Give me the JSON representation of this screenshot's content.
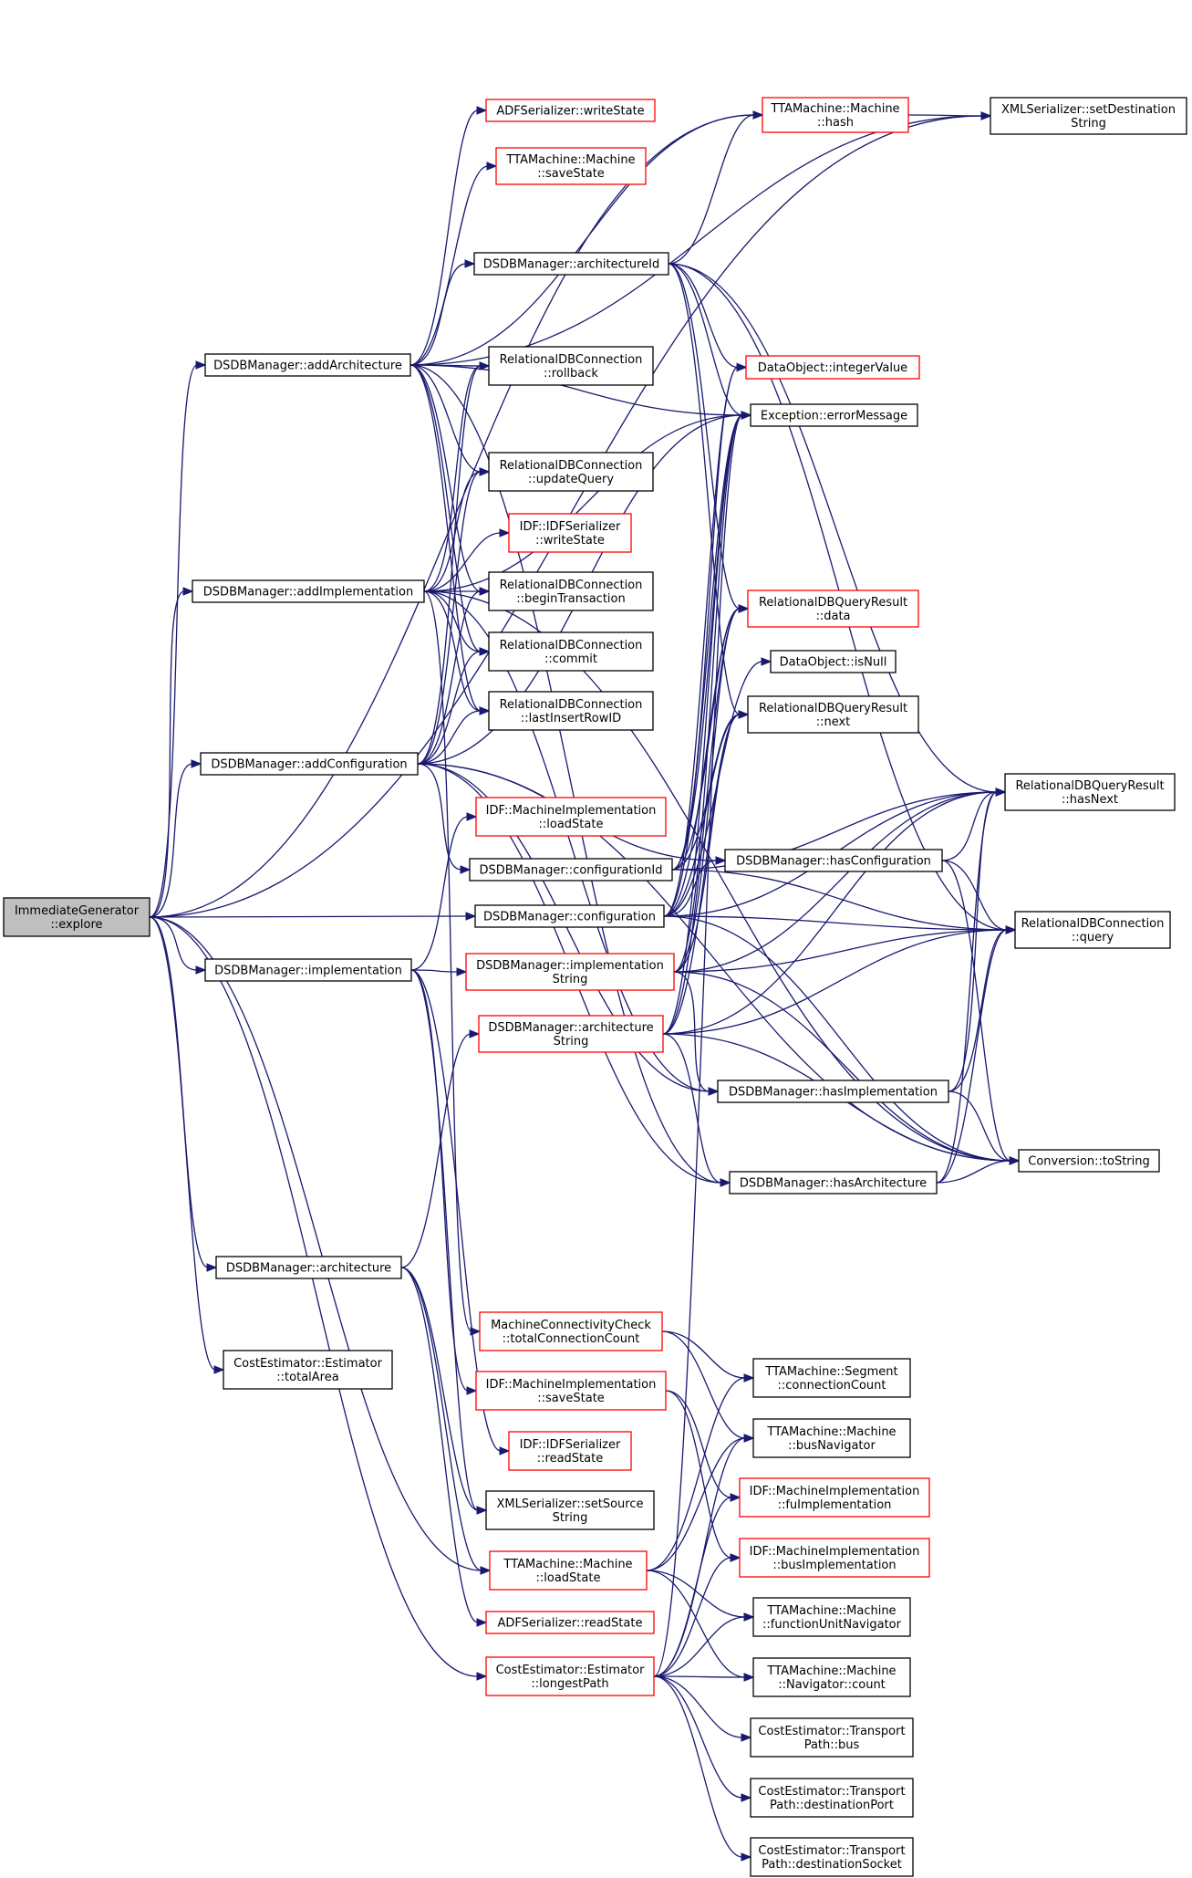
{
  "chart_data": {
    "type": "call-graph",
    "nodes": [
      {
        "id": "explore",
        "lines": [
          "ImmediateGenerator",
          "::explore"
        ],
        "style": "root"
      },
      {
        "id": "addArchitecture",
        "lines": [
          "DSDBManager::addArchitecture"
        ],
        "style": "black"
      },
      {
        "id": "addImplementation",
        "lines": [
          "DSDBManager::addImplementation"
        ],
        "style": "black"
      },
      {
        "id": "addConfiguration",
        "lines": [
          "DSDBManager::addConfiguration"
        ],
        "style": "black"
      },
      {
        "id": "implementation",
        "lines": [
          "DSDBManager::implementation"
        ],
        "style": "black"
      },
      {
        "id": "architecture",
        "lines": [
          "DSDBManager::architecture"
        ],
        "style": "black"
      },
      {
        "id": "totalArea",
        "lines": [
          "CostEstimator::Estimator",
          "::totalArea"
        ],
        "style": "black"
      },
      {
        "id": "adfWrite",
        "lines": [
          "ADFSerializer::writeState"
        ],
        "style": "red"
      },
      {
        "id": "machSave",
        "lines": [
          "TTAMachine::Machine",
          "::saveState"
        ],
        "style": "red"
      },
      {
        "id": "archId",
        "lines": [
          "DSDBManager::architectureId"
        ],
        "style": "black"
      },
      {
        "id": "rollback",
        "lines": [
          "RelationalDBConnection",
          "::rollback"
        ],
        "style": "black"
      },
      {
        "id": "updateQuery",
        "lines": [
          "RelationalDBConnection",
          "::updateQuery"
        ],
        "style": "black"
      },
      {
        "id": "idfWrite",
        "lines": [
          "IDF::IDFSerializer",
          "::writeState"
        ],
        "style": "red"
      },
      {
        "id": "beginTx",
        "lines": [
          "RelationalDBConnection",
          "::beginTransaction"
        ],
        "style": "black"
      },
      {
        "id": "commit",
        "lines": [
          "RelationalDBConnection",
          "::commit"
        ],
        "style": "black"
      },
      {
        "id": "lastInsert",
        "lines": [
          "RelationalDBConnection",
          "::lastInsertRowID"
        ],
        "style": "black"
      },
      {
        "id": "miLoad",
        "lines": [
          "IDF::MachineImplementation",
          "::loadState"
        ],
        "style": "red"
      },
      {
        "id": "configId",
        "lines": [
          "DSDBManager::configurationId"
        ],
        "style": "black"
      },
      {
        "id": "configuration",
        "lines": [
          "DSDBManager::configuration"
        ],
        "style": "black"
      },
      {
        "id": "implString",
        "lines": [
          "DSDBManager::implementation",
          "String"
        ],
        "style": "red"
      },
      {
        "id": "archString",
        "lines": [
          "DSDBManager::architecture",
          "String"
        ],
        "style": "red"
      },
      {
        "id": "mcc",
        "lines": [
          "MachineConnectivityCheck",
          "::totalConnectionCount"
        ],
        "style": "red"
      },
      {
        "id": "miSave",
        "lines": [
          "IDF::MachineImplementation",
          "::saveState"
        ],
        "style": "red"
      },
      {
        "id": "idfRead",
        "lines": [
          "IDF::IDFSerializer",
          "::readState"
        ],
        "style": "red"
      },
      {
        "id": "xmlSrc",
        "lines": [
          "XMLSerializer::setSource",
          "String"
        ],
        "style": "black"
      },
      {
        "id": "machLoad",
        "lines": [
          "TTAMachine::Machine",
          "::loadState"
        ],
        "style": "red"
      },
      {
        "id": "adfRead",
        "lines": [
          "ADFSerializer::readState"
        ],
        "style": "red"
      },
      {
        "id": "longestPath",
        "lines": [
          "CostEstimator::Estimator",
          "::longestPath"
        ],
        "style": "red"
      },
      {
        "id": "machHash",
        "lines": [
          "TTAMachine::Machine",
          "::hash"
        ],
        "style": "red"
      },
      {
        "id": "xmlDest",
        "lines": [
          "XMLSerializer::setDestination",
          "String"
        ],
        "style": "black"
      },
      {
        "id": "intValue",
        "lines": [
          "DataObject::integerValue"
        ],
        "style": "red"
      },
      {
        "id": "errMsg",
        "lines": [
          "Exception::errorMessage"
        ],
        "style": "black"
      },
      {
        "id": "qrData",
        "lines": [
          "RelationalDBQueryResult",
          "::data"
        ],
        "style": "red"
      },
      {
        "id": "isNull",
        "lines": [
          "DataObject::isNull"
        ],
        "style": "black"
      },
      {
        "id": "qrNext",
        "lines": [
          "RelationalDBQueryResult",
          "::next"
        ],
        "style": "black"
      },
      {
        "id": "hasConfig",
        "lines": [
          "DSDBManager::hasConfiguration"
        ],
        "style": "black"
      },
      {
        "id": "hasImpl",
        "lines": [
          "DSDBManager::hasImplementation"
        ],
        "style": "black"
      },
      {
        "id": "hasArch",
        "lines": [
          "DSDBManager::hasArchitecture"
        ],
        "style": "black"
      },
      {
        "id": "hasNext",
        "lines": [
          "RelationalDBQueryResult",
          "::hasNext"
        ],
        "style": "black"
      },
      {
        "id": "query",
        "lines": [
          "RelationalDBConnection",
          "::query"
        ],
        "style": "black"
      },
      {
        "id": "toString",
        "lines": [
          "Conversion::toString"
        ],
        "style": "black"
      },
      {
        "id": "segConn",
        "lines": [
          "TTAMachine::Segment",
          "::connectionCount"
        ],
        "style": "black"
      },
      {
        "id": "busNav",
        "lines": [
          "TTAMachine::Machine",
          "::busNavigator"
        ],
        "style": "black"
      },
      {
        "id": "fuImpl",
        "lines": [
          "IDF::MachineImplementation",
          "::fuImplementation"
        ],
        "style": "red"
      },
      {
        "id": "busImpl",
        "lines": [
          "IDF::MachineImplementation",
          "::busImplementation"
        ],
        "style": "red"
      },
      {
        "id": "fuNav",
        "lines": [
          "TTAMachine::Machine",
          "::functionUnitNavigator"
        ],
        "style": "black"
      },
      {
        "id": "navCount",
        "lines": [
          "TTAMachine::Machine",
          "::Navigator::count"
        ],
        "style": "black"
      },
      {
        "id": "tpBus",
        "lines": [
          "CostEstimator::Transport",
          "Path::bus"
        ],
        "style": "black"
      },
      {
        "id": "tpDestPort",
        "lines": [
          "CostEstimator::Transport",
          "Path::destinationPort"
        ],
        "style": "black"
      },
      {
        "id": "tpDestSock",
        "lines": [
          "CostEstimator::Transport",
          "Path::destinationSocket"
        ],
        "style": "black"
      }
    ],
    "edges": [
      [
        "explore",
        "addArchitecture"
      ],
      [
        "explore",
        "addImplementation"
      ],
      [
        "explore",
        "addConfiguration"
      ],
      [
        "explore",
        "implementation"
      ],
      [
        "explore",
        "architecture"
      ],
      [
        "explore",
        "totalArea"
      ],
      [
        "explore",
        "configuration"
      ],
      [
        "explore",
        "machHash"
      ],
      [
        "explore",
        "xmlDest"
      ],
      [
        "explore",
        "longestPath"
      ],
      [
        "explore",
        "machLoad"
      ],
      [
        "addArchitecture",
        "adfWrite"
      ],
      [
        "addArchitecture",
        "machSave"
      ],
      [
        "addArchitecture",
        "archId"
      ],
      [
        "addArchitecture",
        "rollback"
      ],
      [
        "addArchitecture",
        "updateQuery"
      ],
      [
        "addArchitecture",
        "beginTx"
      ],
      [
        "addArchitecture",
        "commit"
      ],
      [
        "addArchitecture",
        "lastInsert"
      ],
      [
        "addArchitecture",
        "errMsg"
      ],
      [
        "addArchitecture",
        "machHash"
      ],
      [
        "addArchitecture",
        "xmlDest"
      ],
      [
        "addArchitecture",
        "hasArch"
      ],
      [
        "addImplementation",
        "rollback"
      ],
      [
        "addImplementation",
        "updateQuery"
      ],
      [
        "addImplementation",
        "idfWrite"
      ],
      [
        "addImplementation",
        "beginTx"
      ],
      [
        "addImplementation",
        "commit"
      ],
      [
        "addImplementation",
        "lastInsert"
      ],
      [
        "addImplementation",
        "errMsg"
      ],
      [
        "addImplementation",
        "hasImpl"
      ],
      [
        "addImplementation",
        "mcc"
      ],
      [
        "addImplementation",
        "toString"
      ],
      [
        "addConfiguration",
        "rollback"
      ],
      [
        "addConfiguration",
        "updateQuery"
      ],
      [
        "addConfiguration",
        "beginTx"
      ],
      [
        "addConfiguration",
        "commit"
      ],
      [
        "addConfiguration",
        "lastInsert"
      ],
      [
        "addConfiguration",
        "configId"
      ],
      [
        "addConfiguration",
        "errMsg"
      ],
      [
        "addConfiguration",
        "hasConfig"
      ],
      [
        "addConfiguration",
        "hasArch"
      ],
      [
        "addConfiguration",
        "hasImpl"
      ],
      [
        "addConfiguration",
        "toString"
      ],
      [
        "implementation",
        "implString"
      ],
      [
        "implementation",
        "miLoad"
      ],
      [
        "implementation",
        "idfRead"
      ],
      [
        "implementation",
        "xmlSrc"
      ],
      [
        "implementation",
        "miSave"
      ],
      [
        "architecture",
        "archString"
      ],
      [
        "architecture",
        "adfRead"
      ],
      [
        "architecture",
        "xmlSrc"
      ],
      [
        "architecture",
        "machLoad"
      ],
      [
        "archId",
        "machHash"
      ],
      [
        "archId",
        "intValue"
      ],
      [
        "archId",
        "errMsg"
      ],
      [
        "archId",
        "qrData"
      ],
      [
        "archId",
        "qrNext"
      ],
      [
        "archId",
        "hasNext"
      ],
      [
        "archId",
        "query"
      ],
      [
        "configId",
        "intValue"
      ],
      [
        "configId",
        "errMsg"
      ],
      [
        "configId",
        "qrData"
      ],
      [
        "configId",
        "qrNext"
      ],
      [
        "configId",
        "hasNext"
      ],
      [
        "configId",
        "query"
      ],
      [
        "configuration",
        "hasConfig"
      ],
      [
        "configuration",
        "query"
      ],
      [
        "configuration",
        "intValue"
      ],
      [
        "configuration",
        "errMsg"
      ],
      [
        "configuration",
        "qrData"
      ],
      [
        "configuration",
        "isNull"
      ],
      [
        "configuration",
        "qrNext"
      ],
      [
        "configuration",
        "hasNext"
      ],
      [
        "configuration",
        "toString"
      ],
      [
        "implString",
        "query"
      ],
      [
        "implString",
        "hasImpl"
      ],
      [
        "implString",
        "errMsg"
      ],
      [
        "implString",
        "qrData"
      ],
      [
        "implString",
        "qrNext"
      ],
      [
        "implString",
        "hasNext"
      ],
      [
        "implString",
        "toString"
      ],
      [
        "archString",
        "query"
      ],
      [
        "archString",
        "hasArch"
      ],
      [
        "archString",
        "errMsg"
      ],
      [
        "archString",
        "qrData"
      ],
      [
        "archString",
        "qrNext"
      ],
      [
        "archString",
        "hasNext"
      ],
      [
        "archString",
        "toString"
      ],
      [
        "hasConfig",
        "hasNext"
      ],
      [
        "hasConfig",
        "query"
      ],
      [
        "hasConfig",
        "toString"
      ],
      [
        "hasImpl",
        "hasNext"
      ],
      [
        "hasImpl",
        "query"
      ],
      [
        "hasImpl",
        "toString"
      ],
      [
        "hasArch",
        "hasNext"
      ],
      [
        "hasArch",
        "query"
      ],
      [
        "hasArch",
        "toString"
      ],
      [
        "machHash",
        "xmlDest"
      ],
      [
        "mcc",
        "segConn"
      ],
      [
        "mcc",
        "busNav"
      ],
      [
        "miSave",
        "fuImpl"
      ],
      [
        "miSave",
        "busImpl"
      ],
      [
        "machLoad",
        "segConn"
      ],
      [
        "machLoad",
        "busNav"
      ],
      [
        "machLoad",
        "fuNav"
      ],
      [
        "machLoad",
        "navCount"
      ],
      [
        "longestPath",
        "busNav"
      ],
      [
        "longestPath",
        "fuImpl"
      ],
      [
        "longestPath",
        "busImpl"
      ],
      [
        "longestPath",
        "fuNav"
      ],
      [
        "longestPath",
        "navCount"
      ],
      [
        "longestPath",
        "tpBus"
      ],
      [
        "longestPath",
        "tpDestPort"
      ],
      [
        "longestPath",
        "tpDestSock"
      ],
      [
        "longestPath",
        "errMsg"
      ]
    ]
  }
}
